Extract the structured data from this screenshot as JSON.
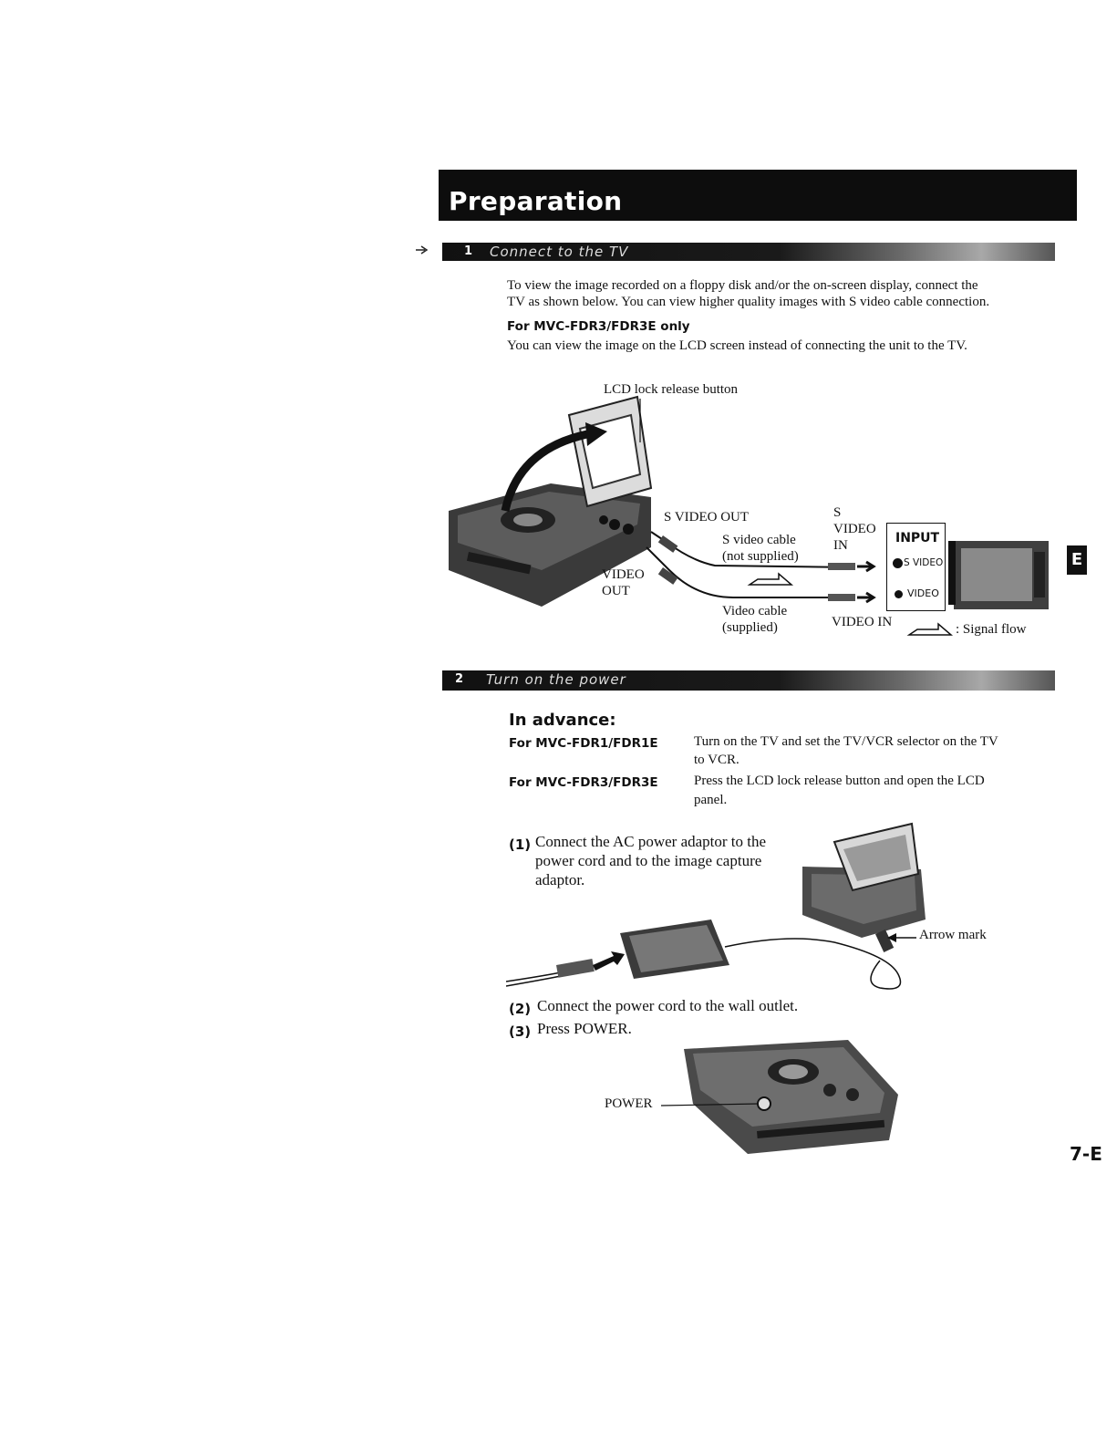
{
  "header": {
    "title": "Preparation"
  },
  "section1": {
    "number": "1",
    "title": "Connect to the TV",
    "intro_line1": "To view the image recorded on a floppy disk and/or the on-screen display, connect the",
    "intro_line2": "TV as shown below.  You can view higher quality images with S video cable connection.",
    "note_heading": "For MVC-FDR3/FDR3E only",
    "note_text": "You can view the image on the LCD screen instead of connecting the unit to the TV."
  },
  "diagram1": {
    "lcd_lock_label": "LCD lock release button",
    "s_video_out": "S VIDEO OUT",
    "s_video_cable_1": "S video cable",
    "s_video_cable_2": "(not supplied)",
    "video_out_1": "VIDEO",
    "video_out_2": "OUT",
    "video_cable_1": "Video cable",
    "video_cable_2": "(supplied)",
    "s_video_in_1": "S",
    "s_video_in_2": "VIDEO",
    "s_video_in_3": "IN",
    "input_title": "INPUT",
    "input_s_video": "S VIDEO",
    "input_video": "VIDEO",
    "video_in": "VIDEO IN",
    "signal_flow": ": Signal flow"
  },
  "section2": {
    "number": "2",
    "title": "Turn on the power",
    "advance_heading": "In advance:",
    "models": [
      {
        "label": "For MVC-FDR1/FDR1E",
        "text_1": "Turn on the TV and set the TV/VCR selector on the TV",
        "text_2": "to VCR."
      },
      {
        "label": "For MVC-FDR3/FDR3E",
        "text_1": "Press the LCD lock release button and open the LCD",
        "text_2": "panel."
      }
    ],
    "step1_num": "(1)",
    "step1_line1": "Connect the AC power adaptor to the",
    "step1_line2": "power cord and to the image capture",
    "step1_line3": "adaptor.",
    "arrow_mark": "Arrow mark",
    "step2_num": "(2)",
    "step2_text": "Connect the power cord to the wall outlet.",
    "step3_num": "(3)",
    "step3_text": "Press POWER.",
    "power_label": "POWER"
  },
  "side_tab": "E",
  "page_number": "7-E"
}
